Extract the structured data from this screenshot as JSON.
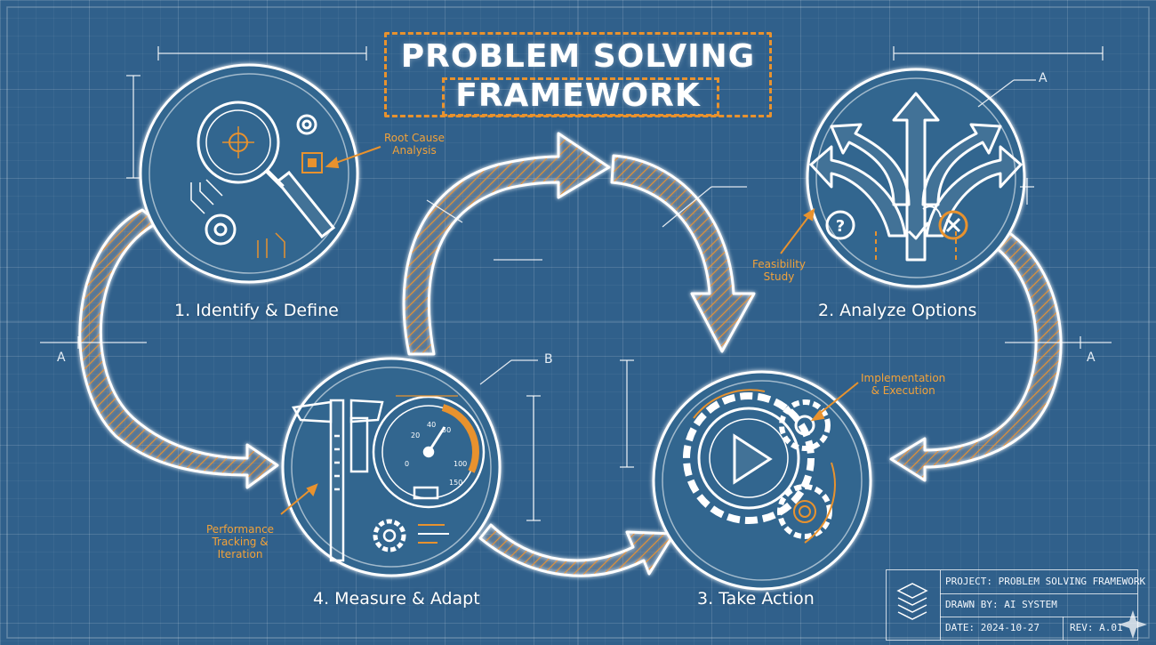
{
  "title": {
    "line1": "PROBLEM SOLVING",
    "line2": "FRAMEWORK"
  },
  "steps": {
    "identify": "1. Identify & Define",
    "analyze": "2. Analyze Options",
    "action": "3. Take Action",
    "measure": "4. Measure & Adapt"
  },
  "annotations": {
    "root_cause": "Root Cause\nAnalysis",
    "feasibility": "Feasibility\nStudy",
    "implementation": "Implementation\n& Execution",
    "performance": "Performance\nTracking &\nIteration"
  },
  "dimension_labels": {
    "a_left": "A",
    "a_right": "A",
    "a_top": "A",
    "b": "B"
  },
  "title_block": {
    "project": "PROJECT: PROBLEM SOLVING FRAMEWORK",
    "drawn_by": "DRAWN BY: AI SYSTEM",
    "date": "DATE: 2024-10-27",
    "rev": "REV: A.01"
  },
  "icons": {
    "identify": "magnifier-gear-icon",
    "analyze": "branching-arrows-icon",
    "action": "gear-play-icon",
    "measure": "caliper-gauge-icon"
  },
  "colors": {
    "background": "#30608b",
    "accent": "#e8922e",
    "line": "#ffffff"
  }
}
